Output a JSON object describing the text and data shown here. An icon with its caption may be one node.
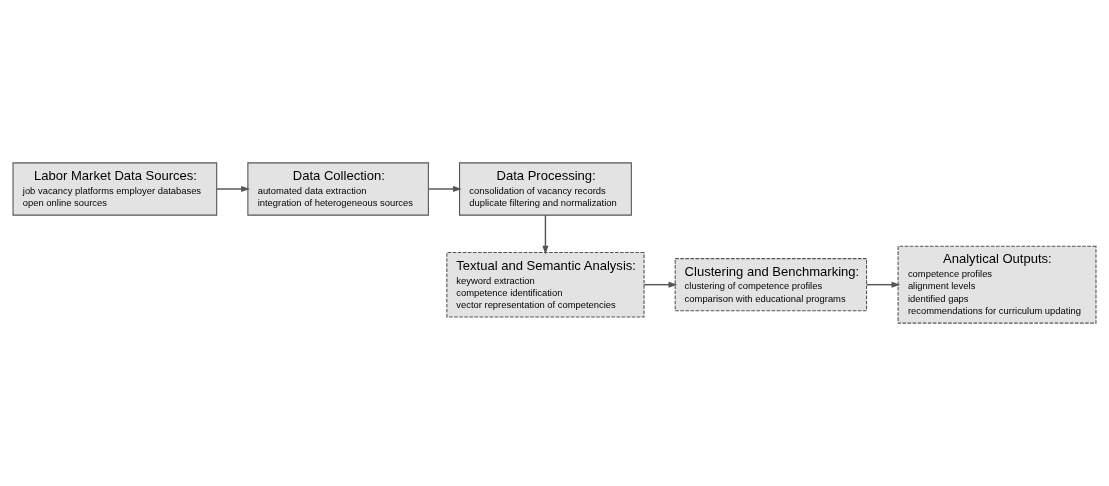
{
  "diagram": {
    "nodes": [
      {
        "text": [
          "Labor Market Data Sources:",
          "job vacancy platforms employer databases",
          "open online sources"
        ]
      },
      {
        "text": [
          "Data Collection:",
          "automated data extraction",
          "integration of heterogeneous sources"
        ]
      },
      {
        "text": [
          "Data Processing:",
          "consolidation of vacancy records",
          "duplicate filtering and normalization"
        ]
      },
      {
        "text": [
          "Textual and Semantic Analysis:",
          "keyword extraction",
          "competence identification",
          "vector representation of competencies"
        ]
      },
      {
        "text": [
          "Clustering and Benchmarking:",
          "clustering of competence profiles",
          "comparison with educational programs"
        ]
      },
      {
        "text": [
          "Analytical Outputs:",
          "competence profiles",
          "alignment levels",
          "identified gaps",
          "recommendations for curriculum updating"
        ]
      }
    ],
    "edges": [
      {
        "from": 0,
        "to": 1,
        "arrow": "to"
      },
      {
        "from": 1,
        "to": 2,
        "arrow": "to"
      },
      {
        "from": 2,
        "to": 3,
        "arrow": "to"
      },
      {
        "from": 3,
        "to": 4,
        "arrow": "to"
      },
      {
        "from": 4,
        "to": 5,
        "arrow": "to"
      }
    ]
  }
}
